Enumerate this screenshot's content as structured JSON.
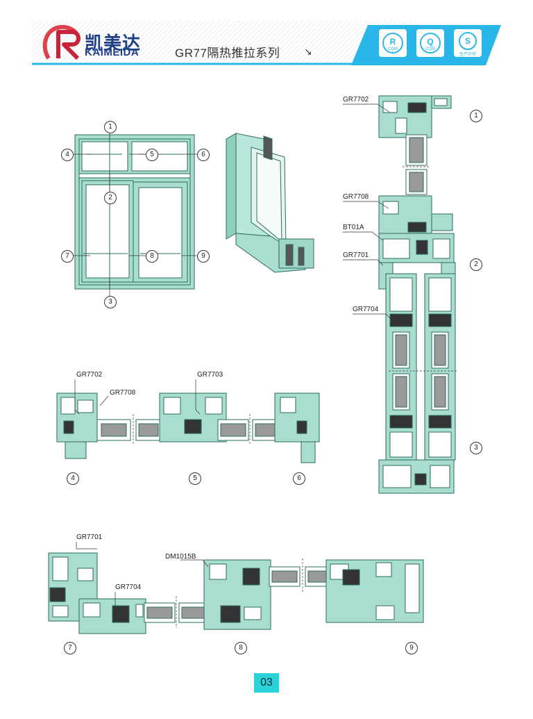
{
  "header": {
    "brand_cn": "凯美达",
    "brand_en": "KAIMEIDA",
    "series_title": "GR77隔热推拉系列",
    "cert_badges": [
      "CQM",
      "CQM",
      "生产许可"
    ]
  },
  "window_view": {
    "markers": [
      "1",
      "2",
      "3",
      "4",
      "5",
      "6",
      "7",
      "8",
      "9"
    ]
  },
  "vertical_section": {
    "labels": [
      "GR7702",
      "GR7708",
      "BT01A",
      "GR7701",
      "GR7704"
    ],
    "markers": [
      "1",
      "2",
      "3"
    ]
  },
  "horizontal_section_top": {
    "labels": [
      "GR7702",
      "GR7708",
      "GR7703"
    ],
    "markers": [
      "4",
      "5",
      "6"
    ]
  },
  "horizontal_section_bottom": {
    "labels": [
      "GR7701",
      "DM1015B",
      "GR7704"
    ],
    "markers": [
      "7",
      "8",
      "9"
    ]
  },
  "colors": {
    "profile_fill": "#a8ddd0",
    "profile_stroke": "#2d6b5c",
    "header_accent": "#29b6e8",
    "brand_blue": "#1f3f86",
    "logo_red": "#d82a3a"
  },
  "page_number": "03"
}
